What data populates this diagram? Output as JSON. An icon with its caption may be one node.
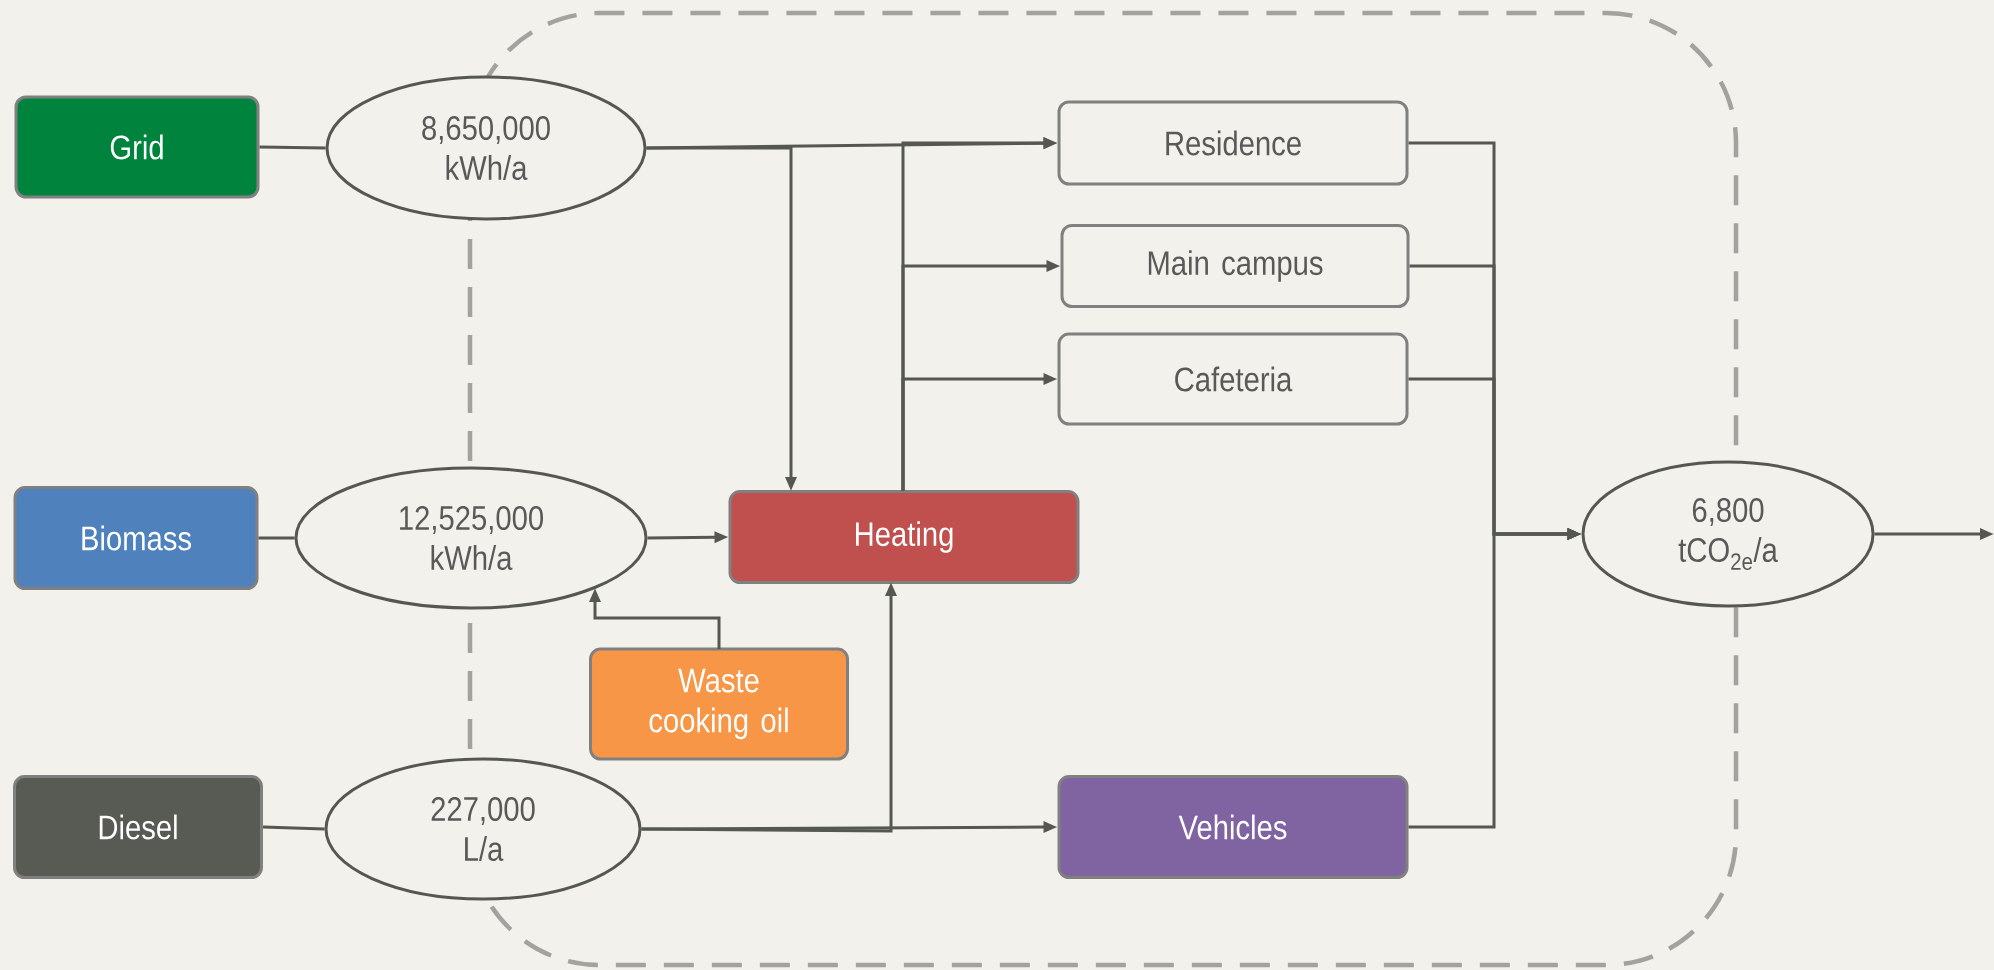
{
  "diagram": {
    "nodes": [
      {
        "text": [
          "Grid"
        ]
      },
      {
        "text": [
          "8,650,000 kWh/a"
        ]
      },
      {
        "text": [
          "Biomass"
        ]
      },
      {
        "text": [
          "12,525,000 kWh/a"
        ]
      },
      {
        "text": [
          "Diesel"
        ]
      },
      {
        "text": [
          "227,000 L/a"
        ]
      },
      {
        "text": [
          "Waste cooking oil"
        ]
      },
      {
        "text": [
          "Heating"
        ]
      },
      {
        "text": [
          "Residence"
        ]
      },
      {
        "text": [
          "Main campus"
        ]
      },
      {
        "text": [
          "Cafeteria"
        ]
      },
      {
        "text": [
          "Vehicles"
        ]
      },
      {
        "text": [
          "6,800 tCO$_{2e}$/a"
        ]
      }
    ],
    "edges": [
      {
        "from": 0,
        "to": 1,
        "arrow": "none"
      },
      {
        "from": 2,
        "to": 3,
        "arrow": "none"
      },
      {
        "from": 4,
        "to": 5,
        "arrow": "none"
      },
      {
        "from": 1,
        "to": 8,
        "arrow": "to"
      },
      {
        "from": 1,
        "to": 7,
        "arrow": "to"
      },
      {
        "from": 7,
        "to": 8,
        "arrow": "to"
      },
      {
        "from": 7,
        "to": 9,
        "arrow": "to"
      },
      {
        "from": 7,
        "to": 10,
        "arrow": "to"
      },
      {
        "from": 3,
        "to": 7,
        "arrow": "to"
      },
      {
        "from": 6,
        "to": 3,
        "arrow": "to"
      },
      {
        "from": 5,
        "to": 11,
        "arrow": "to"
      },
      {
        "from": 5,
        "to": 7,
        "arrow": "to"
      },
      {
        "from": 8,
        "to": 12,
        "arrow": "to"
      },
      {
        "from": 9,
        "to": 12,
        "arrow": "to"
      },
      {
        "from": 10,
        "to": 12,
        "arrow": "to"
      },
      {
        "from": 11,
        "to": 12,
        "arrow": "to"
      },
      {
        "from": 12,
        "to": null,
        "arrow": "to"
      }
    ]
  }
}
